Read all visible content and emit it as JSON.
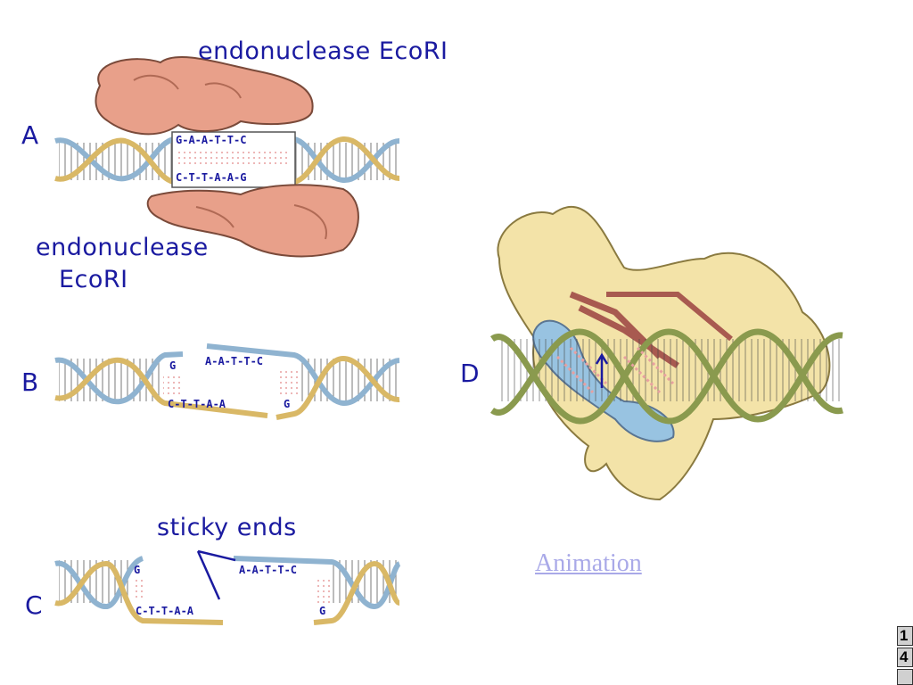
{
  "panel_a": {
    "letter": "A",
    "enzyme_top_label": "endonuclease EcoRI",
    "enzyme_bottom_label_line1": "endonuclease",
    "enzyme_bottom_label_line2": "EcoRI",
    "top_strand": "G-A-A-T-T-C",
    "bottom_strand": "C-T-T-A-A-G"
  },
  "panel_b": {
    "letter": "B",
    "left_top": "G",
    "right_top": "A-A-T-T-C",
    "left_bottom": "C-T-T-A-A",
    "right_bottom": "G"
  },
  "panel_c": {
    "letter": "C",
    "sticky_label": "sticky ends",
    "left_top": "G",
    "right_top": "A-A-T-T-C",
    "left_bottom": "C-T-T-A-A",
    "right_bottom": "G"
  },
  "panel_d": {
    "letter": "D"
  },
  "animation_link": "Animation",
  "nav": [
    "1",
    "4"
  ],
  "colors": {
    "label_blue": "#1a1aa0",
    "strand_blue": "#8fb3d0",
    "strand_yellow": "#d9b866",
    "enzyme_salmon": "#e8a08a",
    "protein_yellow": "#f3e3a8",
    "dna_green": "#8a9a4e",
    "link_lavender": "#a9a9e8"
  }
}
